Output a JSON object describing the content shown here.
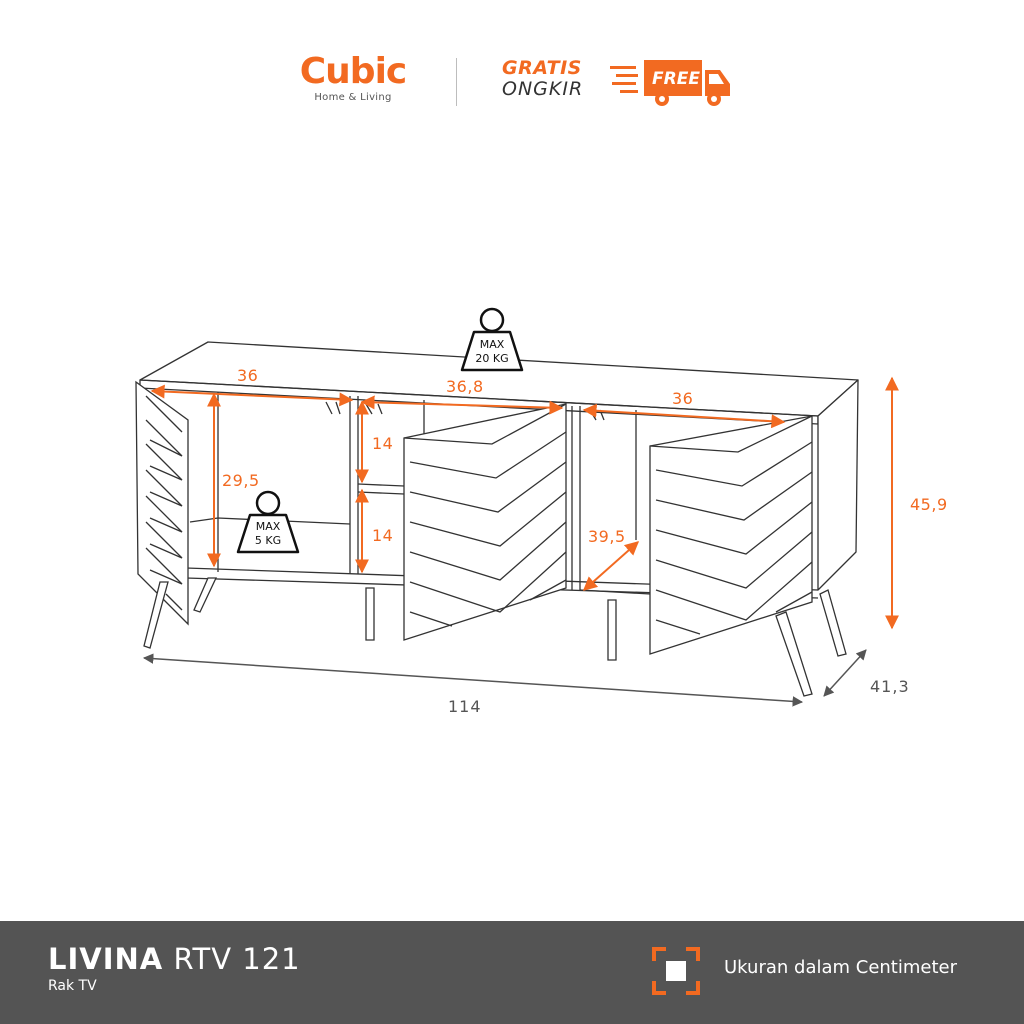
{
  "brand": {
    "name": "Cubic",
    "tagline": "Home & Living",
    "accent_color": "#f26a21"
  },
  "promo": {
    "line1": "GRATIS",
    "line2": "ONGKIR",
    "truck_label": "FREE",
    "icon": "delivery-truck-icon"
  },
  "drawing": {
    "top_load": {
      "line1": "MAX",
      "line2": "20 KG"
    },
    "shelf_load": {
      "line1": "MAX",
      "line2": "5 KG"
    },
    "dimensions": {
      "left_width": "36",
      "middle_width": "36,8",
      "right_width": "36",
      "left_height": "29,5",
      "middle_upper_height": "14",
      "middle_lower_height": "14",
      "right_depth": "39,5",
      "total_height": "45,9",
      "total_width": "114",
      "total_depth": "41,3"
    },
    "line_color": "#333333",
    "dimension_color": "#f26a21"
  },
  "footer": {
    "product_name": "LIVINA",
    "product_code": "RTV 121",
    "product_category": "Rak TV",
    "unit_note": "Ukuran dalam Centimeter",
    "unit_icon": "measure-frame-icon",
    "background": "#545454"
  }
}
